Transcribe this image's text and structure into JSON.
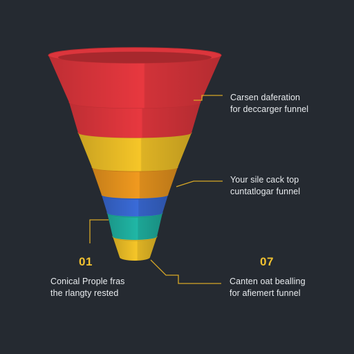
{
  "colors": {
    "background": "#252a31",
    "connector": "#d8a826",
    "number": "#f2c230",
    "text": "#e9ecef",
    "red": "#e8383f",
    "yellow": "#f6c628",
    "orange": "#f19a1f",
    "blue": "#3a6bd8",
    "teal": "#20b7a6"
  },
  "funnel_layers": [
    {
      "name": "funnel-layer-red-top",
      "color": "red"
    },
    {
      "name": "funnel-layer-red-lower",
      "color": "red"
    },
    {
      "name": "funnel-layer-yellow",
      "color": "yellow"
    },
    {
      "name": "funnel-layer-orange",
      "color": "orange"
    },
    {
      "name": "funnel-layer-blue",
      "color": "blue"
    },
    {
      "name": "funnel-layer-teal",
      "color": "teal"
    },
    {
      "name": "funnel-layer-yellow-tip",
      "color": "yellow"
    }
  ],
  "annotations": {
    "top_right": {
      "line1": "Carsen daferation",
      "line2": "for deccarger funnel"
    },
    "middle_right": {
      "line1": "Your sile cack top",
      "line2": "cuntatlogar funnel"
    },
    "bottom_left": {
      "number": "01",
      "line1": "Conical Prople fras",
      "line2": "the rlangty rested"
    },
    "bottom_right": {
      "number": "07",
      "line1": "Canten oat bealling",
      "line2": "for afiemert funnel"
    }
  }
}
